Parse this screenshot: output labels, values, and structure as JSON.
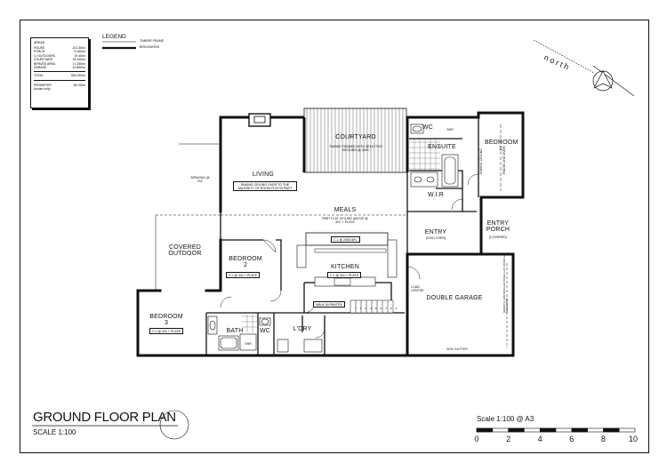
{
  "areas": {
    "heading": "AREAS",
    "rows": [
      {
        "label": "HOUSE",
        "value": "221.30m²"
      },
      {
        "label": "PORCH",
        "value": "5.150m²"
      },
      {
        "label": "C/ OUTDOORS",
        "value": "19.40m²"
      },
      {
        "label": "COURTYARD",
        "value": "25.240m²"
      },
      {
        "label": "B/PAVED AREA",
        "value": "17.250m²"
      },
      {
        "label": "GARAGE",
        "value": "40.890m²"
      }
    ],
    "total_label": "TOTAL",
    "total_value": "333.230m²",
    "perimeter_label": "PERIMETER",
    "perimeter_sub": "(house only)",
    "perimeter_value": "86.700m"
  },
  "legend": {
    "title": "LEGEND",
    "items": [
      "TIMBER FRAME",
      "BRICKWORK"
    ]
  },
  "north_label": "north",
  "rooms": {
    "courtyard": "COURTYARD",
    "courtyard_note": "TIMBER FRAMED WITH SELECTED DECKING @ 450c",
    "living": "LIVING",
    "living_note": "RAKING CEILING OVER TO THE MAJORITY OF ROOM FLAT IN PART",
    "meals": "MEALS",
    "meals_note": "PART FLAT CEILING ABOVE @ 32c + PLATE",
    "covered_outdoor": "COVERED OUTDOOR",
    "bedroom2": "BEDROOM 2",
    "bedroom2_note": "C.L @ 32c + PLATE",
    "kitchen": "KITCHEN",
    "kitchen_note": "C.L @ 32c + PLATE",
    "kitchen_ceiling": "C.L @ 2400 AFL",
    "bedroom3": "BEDROOM 3",
    "bedroom3_note": "C.L @ 32c + PLATE",
    "bath": "BATH",
    "wc": "WC",
    "ldry": "L'DRY",
    "walk_in_pantry": "WALK IN PANTRY",
    "entry": "ENTRY",
    "entry_note": "(VOID OVER)",
    "entry_porch": "ENTRY PORCH",
    "entry_porch_note": "(COVERED)",
    "double_garage": "DOUBLE GARAGE",
    "load_centre": "LOAD CENTRE",
    "bedroom1": "BEDROOM 1",
    "ensuite": "ENSUITE",
    "wc_ensuite": "WC",
    "wir": "W.I.R",
    "raking_ceiling": "RAKING CEILING",
    "ridge_line": "RIDGE LINE OVER",
    "paving": "B/PAVING @ 6%",
    "shr": "SHR",
    "box_gutter": "BOX GUTTER",
    "garage_door": "REMOTE CONTROLLED PANEL LIFT DOOR AS SELECTED",
    "stair_numbers": "1 2 3 4 5 6 7 8 9"
  },
  "title": {
    "main": "GROUND FLOOR PLAN",
    "scale": "SCALE 1:100"
  },
  "scale_bar": {
    "label": "Scale 1:100 @ A3",
    "ticks": [
      "0",
      "2",
      "4",
      "6",
      "8",
      "10"
    ]
  }
}
